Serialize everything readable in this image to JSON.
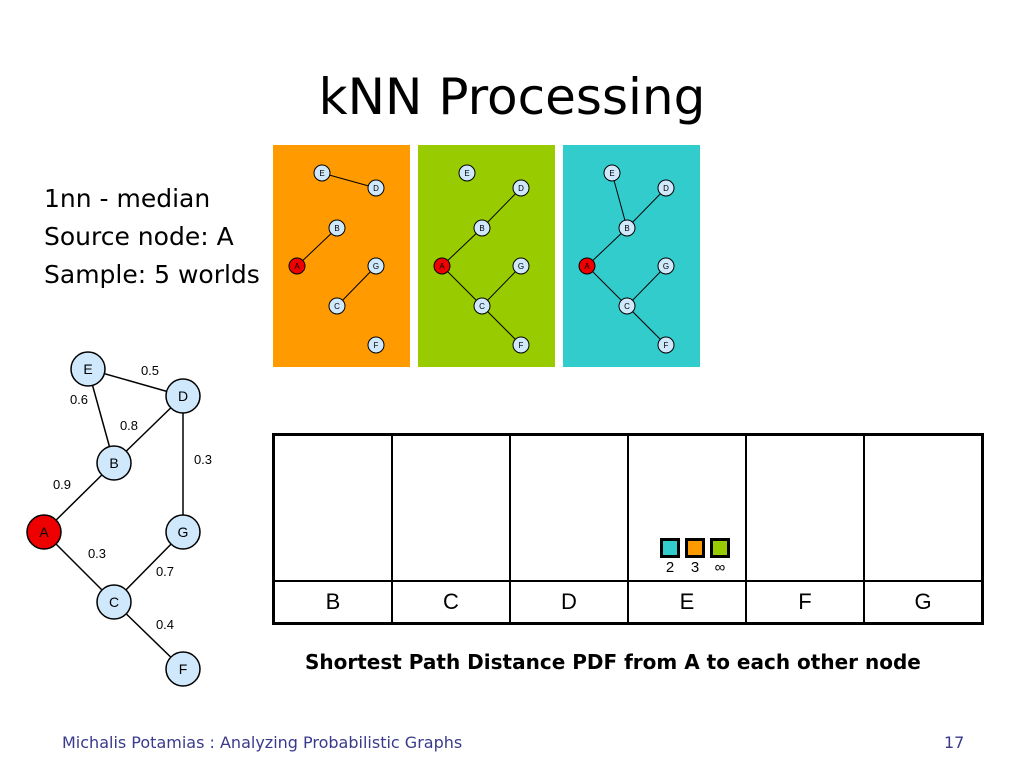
{
  "slide": {
    "title": "kNN Processing",
    "info": [
      "1nn - median",
      "Source node: A",
      "Sample: 5 worlds"
    ],
    "footer_left": "Michalis Potamias : Analyzing Probabilistic Graphs",
    "page_number": "17",
    "caption": "Shortest Path Distance PDF from A to each other node"
  },
  "graph": {
    "nodes": [
      {
        "id": "E",
        "highlight": false
      },
      {
        "id": "D",
        "highlight": false
      },
      {
        "id": "B",
        "highlight": false
      },
      {
        "id": "A",
        "highlight": true
      },
      {
        "id": "G",
        "highlight": false
      },
      {
        "id": "C",
        "highlight": false
      },
      {
        "id": "F",
        "highlight": false
      }
    ],
    "edges": [
      {
        "from": "E",
        "to": "D",
        "prob": "0.5"
      },
      {
        "from": "E",
        "to": "B",
        "prob": "0.6"
      },
      {
        "from": "B",
        "to": "D",
        "prob": "0.8"
      },
      {
        "from": "D",
        "to": "G",
        "prob": "0.3"
      },
      {
        "from": "A",
        "to": "B",
        "prob": "0.9"
      },
      {
        "from": "A",
        "to": "C",
        "prob": "0.3"
      },
      {
        "from": "C",
        "to": "G",
        "prob": "0.7"
      },
      {
        "from": "C",
        "to": "F",
        "prob": "0.4"
      }
    ],
    "node_fill": "#cfe8fb",
    "highlight_fill": "#ee0000"
  },
  "worlds": [
    {
      "color": "#ff9a00",
      "edges": [
        [
          "E",
          "D"
        ],
        [
          "A",
          "B"
        ],
        [
          "C",
          "G"
        ]
      ]
    },
    {
      "color": "#99cc00",
      "edges": [
        [
          "B",
          "D"
        ],
        [
          "A",
          "B"
        ],
        [
          "A",
          "C"
        ],
        [
          "C",
          "G"
        ],
        [
          "C",
          "F"
        ]
      ]
    },
    {
      "color": "#33cccc",
      "edges": [
        [
          "E",
          "B"
        ],
        [
          "B",
          "D"
        ],
        [
          "A",
          "B"
        ],
        [
          "A",
          "C"
        ],
        [
          "C",
          "G"
        ],
        [
          "C",
          "F"
        ]
      ]
    }
  ],
  "pdf_table": {
    "columns": [
      "B",
      "C",
      "D",
      "E",
      "F",
      "G"
    ],
    "histograms": {
      "E": [
        {
          "label": "2",
          "color": "#33cccc"
        },
        {
          "label": "3",
          "color": "#ff9a00"
        },
        {
          "label": "∞",
          "color": "#99cc00"
        }
      ]
    }
  }
}
